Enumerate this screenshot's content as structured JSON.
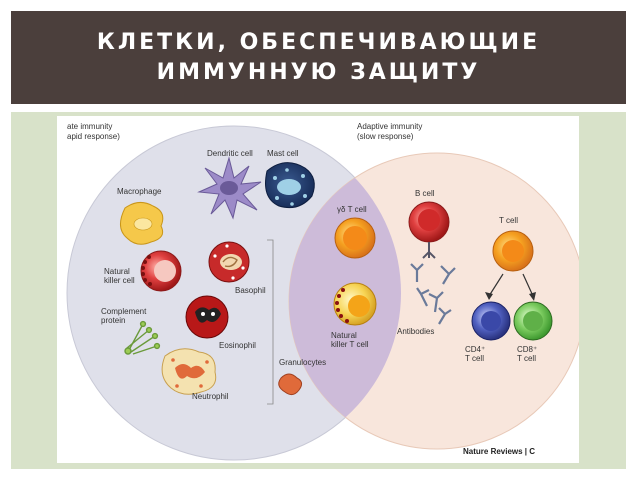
{
  "slide": {
    "title_line1": "КЛЕТКИ, ОБЕСПЕЧИВАЮЩИЕ",
    "title_line2": "ИММУННУЮ ЗАЩИТУ"
  },
  "diagram": {
    "innate_title_line1": "ate immunity",
    "innate_title_line2": "apid response)",
    "adaptive_title_line1": "Adaptive immunity",
    "adaptive_title_line2": "(slow response)",
    "labels": {
      "dendritic": "Dendritic cell",
      "mast": "Mast cell",
      "macrophage": "Macrophage",
      "nk_line1": "Natural",
      "nk_line2": "killer cell",
      "basophil": "Basophil",
      "complement_line1": "Complement",
      "complement_line2": "protein",
      "eosinophil": "Eosinophil",
      "granulocytes": "Granulocytes",
      "neutrophil": "Neutrophil",
      "gd_tcell": "γδ T cell",
      "nkt_line1": "Natural",
      "nkt_line2": "killer T cell",
      "bcell": "B cell",
      "antibodies": "Antibodies",
      "tcell": "T cell",
      "cd4_line1": "CD4⁺",
      "cd4_line2": "T cell",
      "cd8_line1": "CD8⁺",
      "cd8_line2": "T cell"
    },
    "source": "Nature Reviews | C"
  },
  "colors": {
    "title_bg": "#4b3f3c",
    "panel_bg": "#d8e2c9",
    "innate_circle": "#dfe0ea",
    "adaptive_circle": "#f8e6dc",
    "overlap": "#cdbbd9"
  }
}
